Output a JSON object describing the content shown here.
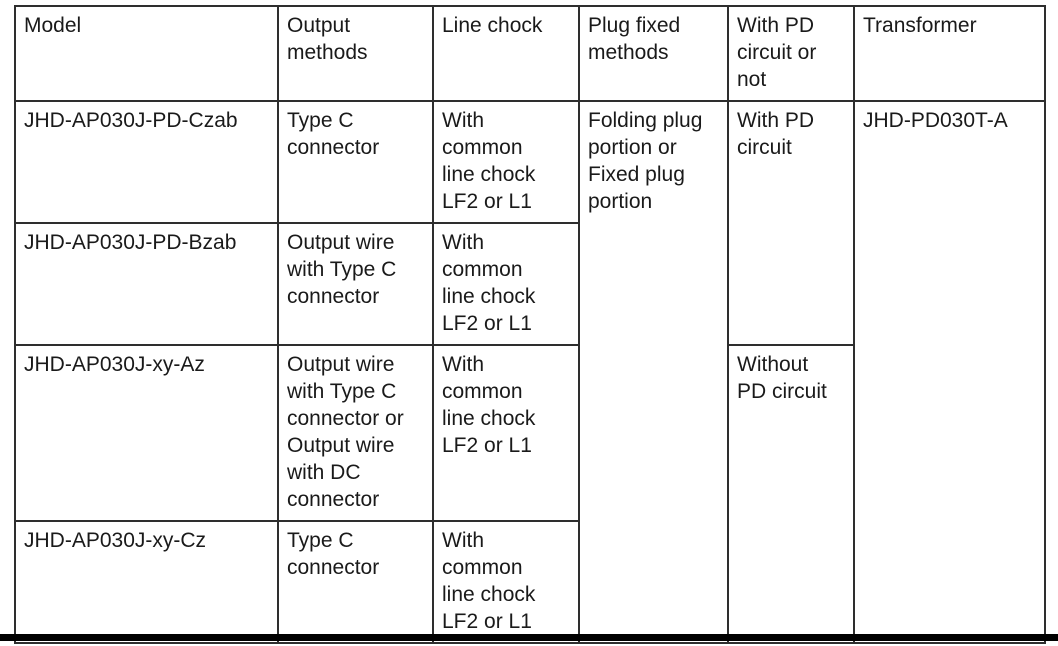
{
  "table": {
    "headers": [
      "Model",
      "Output methods",
      "Line chock",
      "Plug fixed methods",
      "With PD circuit or not",
      "Transformer"
    ],
    "rows": [
      {
        "model": "JHD-AP030J-PD-Czab",
        "output_method": "Type C connector",
        "line_chock": "With common line chock LF2 or L1"
      },
      {
        "model": "JHD-AP030J-PD-Bzab",
        "output_method": "Output wire with Type C connector",
        "line_chock": "With common line chock LF2 or L1"
      },
      {
        "model": "JHD-AP030J-xy-Az",
        "output_method": "Output wire with Type C connector or Output wire with DC connector",
        "line_chock": "With common line chock LF2 or L1"
      },
      {
        "model": "JHD-AP030J-xy-Cz",
        "output_method": "Type C connector",
        "line_chock": "With common line chock LF2 or L1"
      }
    ],
    "merged": {
      "plug_fixed_methods": "Folding plug portion or Fixed plug portion",
      "with_pd_circuit": "With PD circuit",
      "without_pd_circuit": "Without PD circuit",
      "transformer": "JHD-PD030T-A"
    }
  }
}
